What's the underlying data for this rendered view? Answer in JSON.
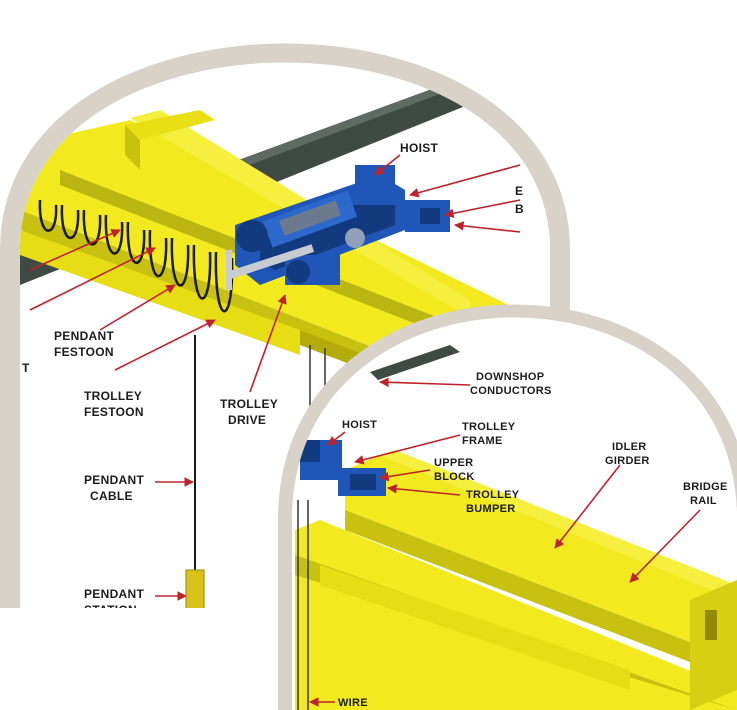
{
  "panel_large": {
    "labels": {
      "hoist": "HOIST",
      "pendant_festoon": [
        "PENDANT",
        "FESTOON"
      ],
      "trolley_festoon": [
        "TROLLEY",
        "FESTOON"
      ],
      "trolley_drive": [
        "TROLLEY",
        "DRIVE"
      ],
      "pendant_cable": [
        "PENDANT",
        "CABLE"
      ],
      "pendant_station": [
        "PENDANT",
        "STATION"
      ],
      "edge_fragments": [
        "E",
        "B",
        "T"
      ]
    }
  },
  "panel_small": {
    "labels": {
      "downshop_conductors": [
        "DOWNSHOP",
        "CONDUCTORS"
      ],
      "hoist": "HOIST",
      "trolley_frame": [
        "TROLLEY",
        "FRAME"
      ],
      "upper_block": [
        "UPPER",
        "BLOCK"
      ],
      "trolley_bumper": [
        "TROLLEY",
        "BUMPER"
      ],
      "idler_girder": [
        "IDLER",
        "GIRDER"
      ],
      "bridge_rail": [
        "BRIDGE",
        "RAIL"
      ],
      "wire": "WIRE"
    }
  },
  "colors": {
    "frame": "#d8d2c8",
    "frame_shadow": "#b9b2a6",
    "girder_yellow": "#f2ea1f",
    "girder_shade": "#c9c10f",
    "girder_dark": "#8f8a07",
    "hoist_blue": "#1f56b8",
    "hoist_dark": "#123a7f",
    "runway_dark": "#3f4a44",
    "leader_red": "#c0222a"
  }
}
